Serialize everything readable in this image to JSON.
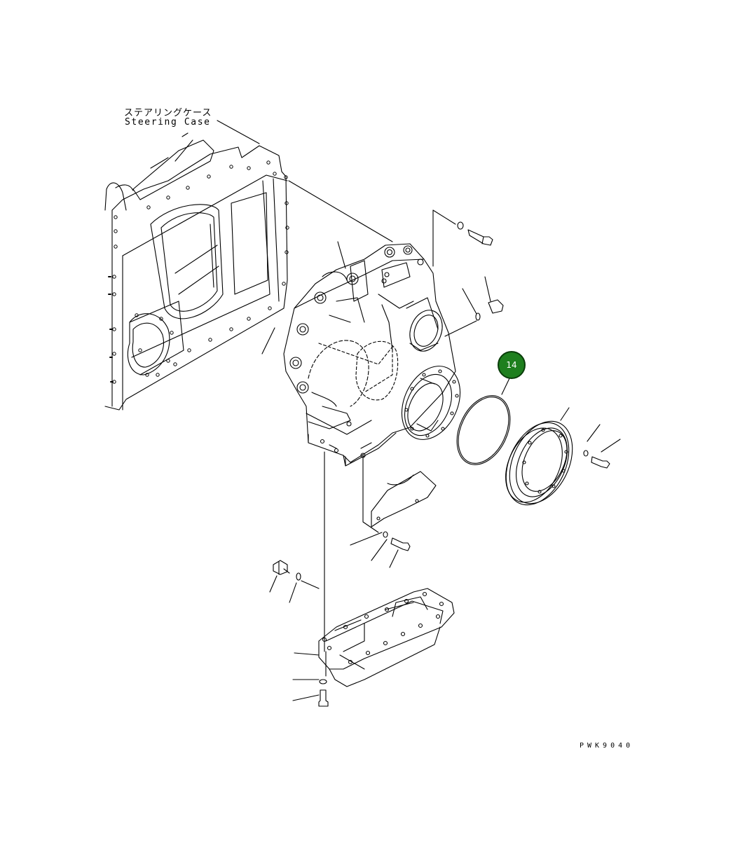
{
  "labels": {
    "steering_case_jp": "ステアリングケース",
    "steering_case_en": "Steering Case",
    "figure_code": "PWK9040"
  },
  "callouts": [
    {
      "number": "14",
      "part": "o-ring",
      "color": "#1e7f1e"
    }
  ],
  "colors": {
    "line": "#000000",
    "background": "#ffffff",
    "callout": "#1e7f1e"
  }
}
